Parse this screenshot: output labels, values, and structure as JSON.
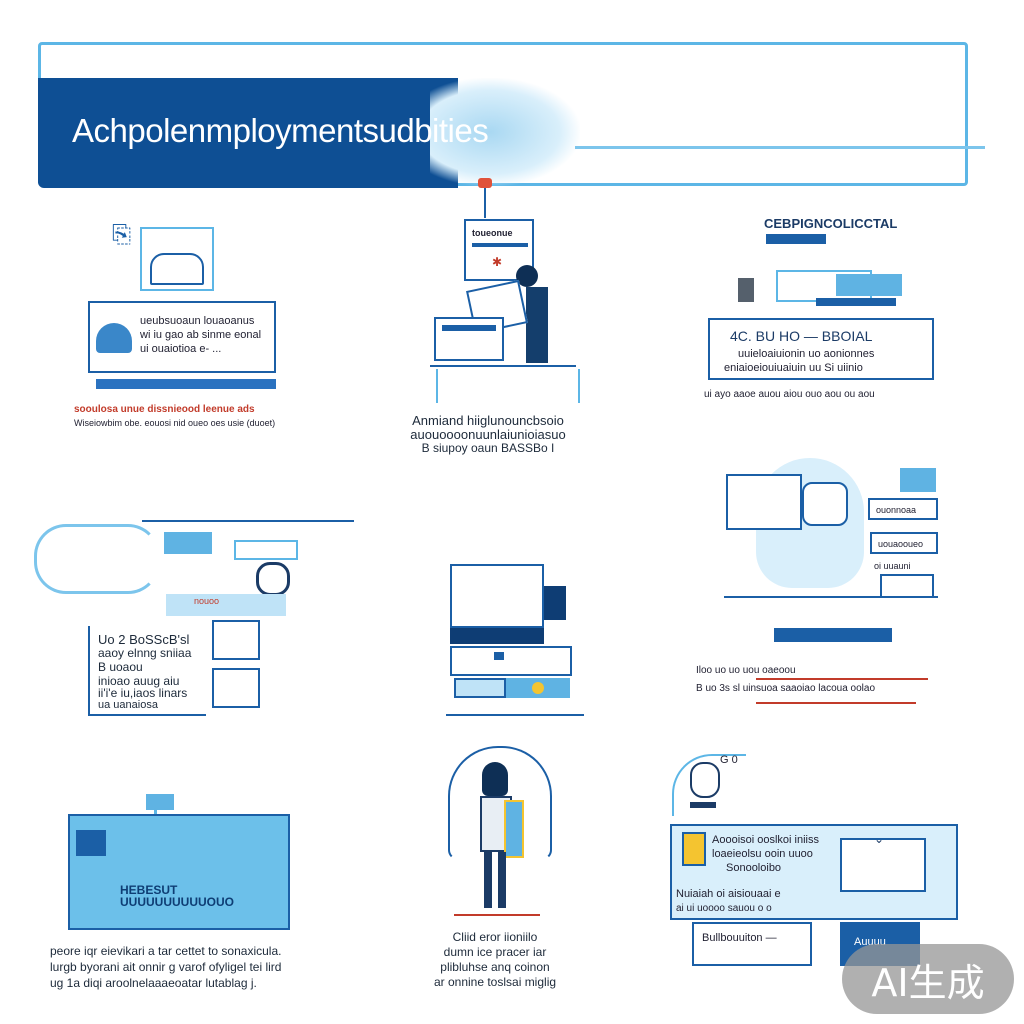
{
  "header": {
    "title": "Achpolenmploymentsudbities"
  },
  "panel1": {
    "box_lines": [
      "ueubsuoaun louaoanus",
      "wi iu gao ab sinme eonal",
      "ui ouaiotioa e- ..."
    ],
    "red_line": "sooulosa  unue dissnieood leenue ads",
    "small_line": "Wiseiowbim obe. eouosi nid oueo oes usie (duoet)"
  },
  "panel2": {
    "sign_line": "toueonue",
    "caption": [
      "Anmiand  hiiglunouncbsoio",
      "auouoooonuunlaiunioiasuo",
      "B siupoy oaun BASSBo I"
    ]
  },
  "panel3": {
    "title": "CEBPIGNCOLICCTAL",
    "box_title": "4C. BU HO   —  BBOIAL",
    "box_lines": [
      "uuieloaiuionin uo aonionnes",
      "eniaioeiouiuaiuin uu Si uiinio"
    ],
    "footer": "ui ayo aaoe auou aiou ouo aou ou aou"
  },
  "panel4": {
    "label": "nouoo",
    "lines": [
      "Uo 2 BoSScB'sl",
      "aaoy elnng sniiaa",
      "B uoaou",
      "inioao auug aiu",
      "ii'i'e iu,iaos linars",
      "ua uanaiosa"
    ]
  },
  "panel6": {
    "row1": "ouonnoaa",
    "row2": "uouaooueo",
    "row3": "oi uuauni",
    "foot1": "Iloo uo  uo  uou oaeoou",
    "foot2": "B uo  3s  sl  uinsuoa saaoiao  lacoua oolao"
  },
  "panel7": {
    "sign": "HEBESUT\nUUUUUUUUUUOUO",
    "caption": [
      "peore iqr eievikari a tar cettet to sonaxicula.",
      "lurgb byorani ait  onnir  g varof ofyligel tei lird",
      "ug 1a diqi aroolnelaaaeoatar lutablag j."
    ]
  },
  "panel8": {
    "caption": [
      "Cliid eror iioniilo",
      "dumn ice pracer iar",
      "plibluhse anq coinon",
      "ar onnine toslsai miglig"
    ]
  },
  "panel9": {
    "icon_label": "G  0",
    "box_lines": [
      "Aoooisoi ooslkoi iniiss",
      "loaeieolsu ooin uuoo",
      "Sonooloibo"
    ],
    "inner_lines": [
      "Nuiaiah oi aisiouaai e",
      "ai ui uoooo sauou o o"
    ],
    "button1": "Bullbouuiton —",
    "button2": "Auuuu"
  },
  "watermark": "AI生成"
}
